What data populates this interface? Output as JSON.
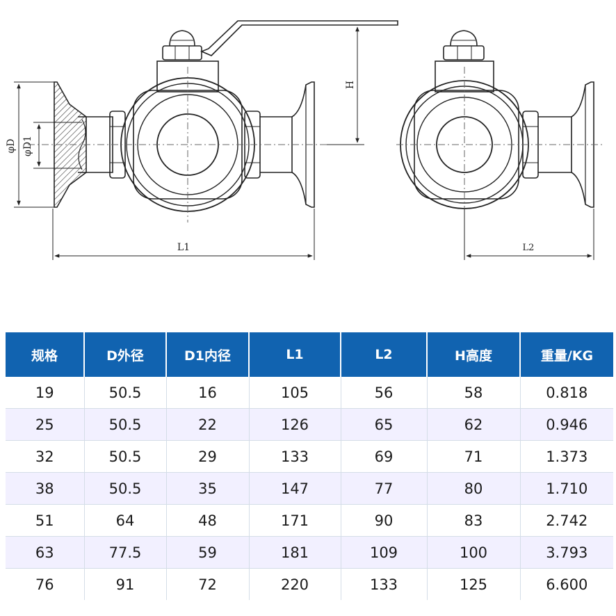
{
  "drawing": {
    "dim_D": "φD",
    "dim_D1": "φD1",
    "dim_H": "H",
    "dim_L1": "L1",
    "dim_L2": "L2"
  },
  "table": {
    "headers": [
      "规格",
      "D外径",
      "D1内径",
      "L1",
      "L2",
      "H高度",
      "重量/KG"
    ],
    "rows": [
      [
        "19",
        "50.5",
        "16",
        "105",
        "56",
        "58",
        "0.818"
      ],
      [
        "25",
        "50.5",
        "22",
        "126",
        "65",
        "62",
        "0.946"
      ],
      [
        "32",
        "50.5",
        "29",
        "133",
        "69",
        "71",
        "1.373"
      ],
      [
        "38",
        "50.5",
        "35",
        "147",
        "77",
        "80",
        "1.710"
      ],
      [
        "51",
        "64",
        "48",
        "171",
        "90",
        "83",
        "2.742"
      ],
      [
        "63",
        "77.5",
        "59",
        "181",
        "109",
        "100",
        "3.793"
      ],
      [
        "76",
        "91",
        "72",
        "220",
        "133",
        "125",
        "6.600"
      ]
    ]
  },
  "colors": {
    "header_bg": "#1163b0",
    "header_text": "#ffffff",
    "alt_row_bg": "#f2f0ff",
    "grid_line": "#d4dde7"
  }
}
